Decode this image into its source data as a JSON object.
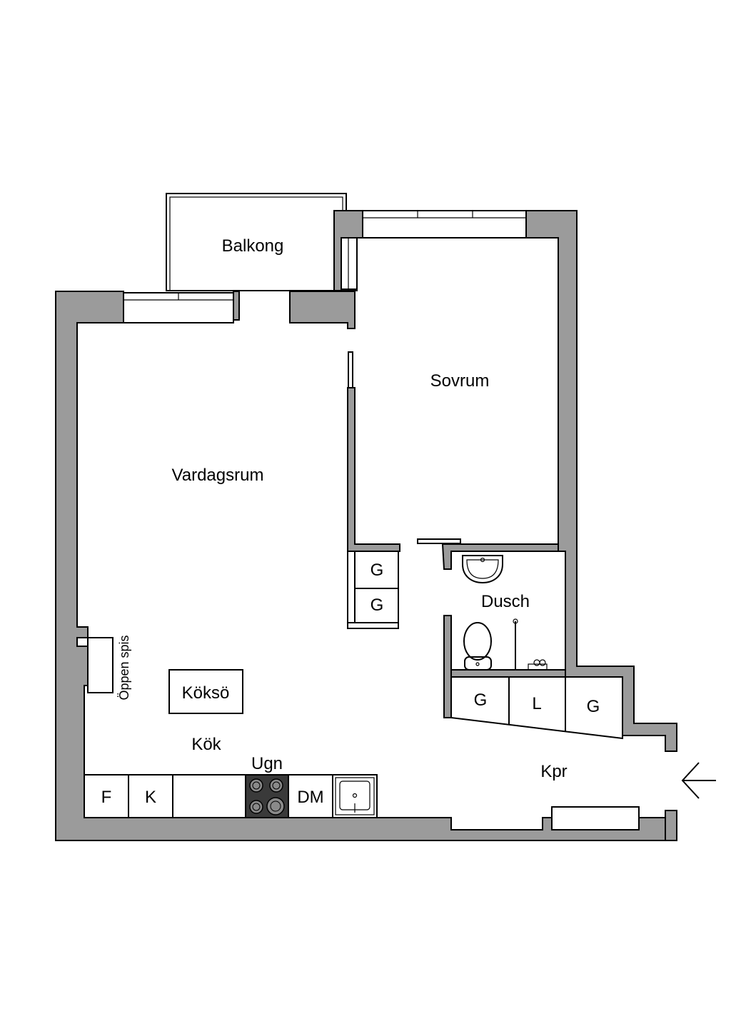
{
  "rooms": {
    "balkong": "Balkong",
    "sovrum": "Sovrum",
    "vardagsrum": "Vardagsrum",
    "dusch": "Dusch",
    "koksö": "Köksö",
    "kok": "Kök",
    "ugn": "Ugn",
    "kpr": "Kpr",
    "oppen_spis": "Öppen spis"
  },
  "fixtures": {
    "wardrobe_upper": "G",
    "wardrobe_lower": "G",
    "hall_closet_left": "G",
    "hall_closet_middle": "L",
    "hall_closet_right": "G",
    "freezer": "F",
    "fridge": "K",
    "dishwasher": "DM"
  },
  "colors": {
    "wall": "#9b9b9b",
    "stove": "#3a3a3a",
    "line": "#000000",
    "background": "#ffffff"
  }
}
